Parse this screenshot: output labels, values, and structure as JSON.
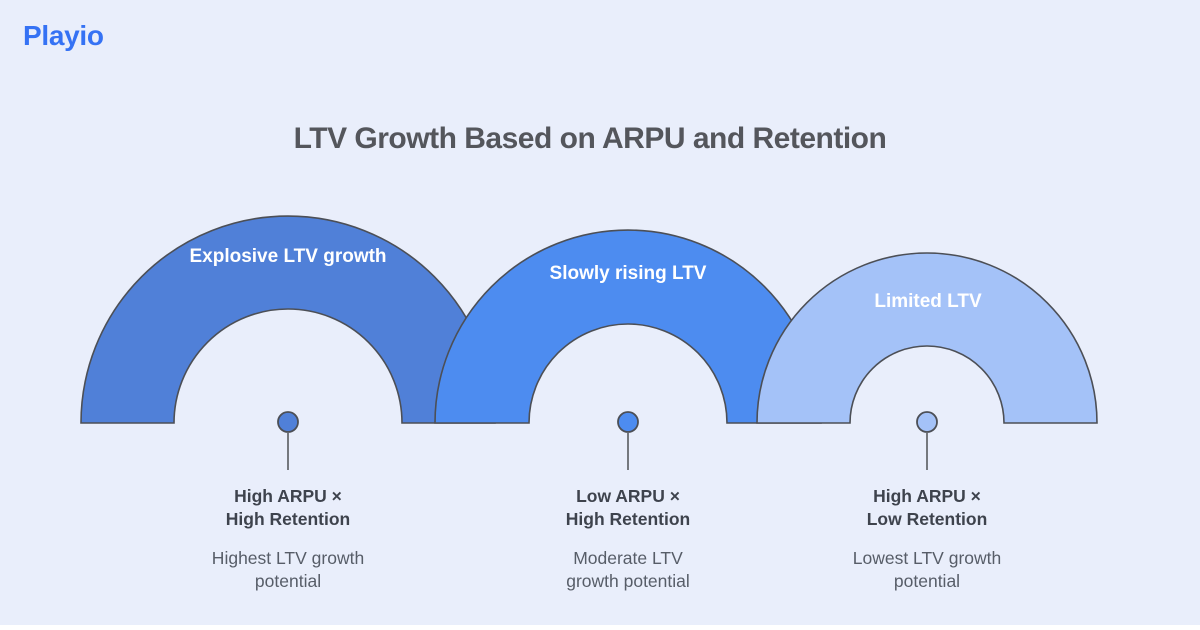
{
  "brand": {
    "name": "Playio",
    "color": "#3572f4"
  },
  "title": {
    "text": "LTV Growth Based on ARPU and Retention",
    "color": "#54565c"
  },
  "canvas": {
    "background": "#e9eefb",
    "outline_color": "#4c4f56",
    "connector_color": "#75787e",
    "bottom_edge_color": "#ffffff"
  },
  "text_colors": {
    "arc_label": "#ffffff",
    "combo": "#3e434d",
    "description": "#575d68"
  },
  "sections": [
    {
      "arc_label": "Explosive LTV growth",
      "combo": "High ARPU ×\nHigh Retention",
      "description": "Highest LTV growth\npotential",
      "color": "#5080d8"
    },
    {
      "arc_label": "Slowly rising LTV",
      "combo": "Low ARPU ×\nHigh Retention",
      "description": "Moderate LTV\ngrowth potential",
      "color": "#4d8cf0"
    },
    {
      "arc_label": "Limited LTV",
      "combo": "High ARPU ×\nLow Retention",
      "description": "Lowest LTV growth\npotential",
      "color": "#a4c2f8"
    }
  ]
}
